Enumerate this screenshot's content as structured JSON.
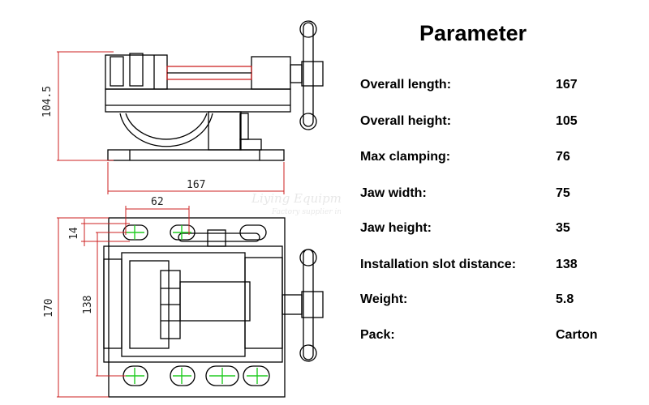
{
  "title": "Parameter",
  "parameters": [
    {
      "label": "Overall length:",
      "value": "167"
    },
    {
      "label": "Overall height:",
      "value": "105"
    },
    {
      "label": "Max clamping:",
      "value": "76"
    },
    {
      "label": "Jaw width:",
      "value": "75"
    },
    {
      "label": "Jaw height:",
      "value": "35"
    },
    {
      "label": "Installation slot distance:",
      "value": "138"
    },
    {
      "label": "Weight:",
      "value": "5.8"
    },
    {
      "label": "Pack:",
      "value": "Carton"
    }
  ],
  "drawing": {
    "dim_height": "104.5",
    "dim_length": "167",
    "dim_slot_offset": "62",
    "dim_jaw_height": "14",
    "dim_base_height": "170",
    "dim_slot_distance": "138",
    "watermark_main": "Liying Equipment",
    "watermark_sub": "Factory supplier in china"
  },
  "colors": {
    "dimension_line": "#cc2222",
    "center_mark": "#22cc22",
    "outline": "#000000"
  }
}
